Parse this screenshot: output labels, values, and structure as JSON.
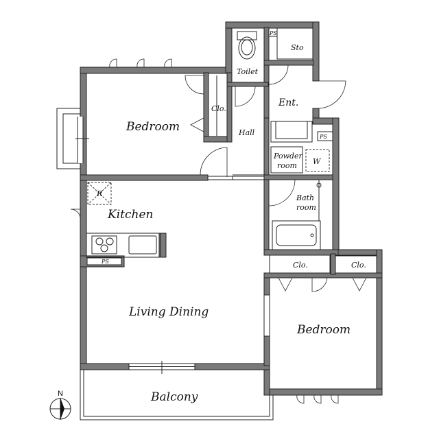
{
  "rooms": {
    "bedroom_1": "Bedroom",
    "closet_1": "Clo.",
    "toilet": "Toilet",
    "storage": "Sto",
    "ps_top": "PS",
    "entrance": "Ent.",
    "hall": "Hall",
    "ps_right": "PS",
    "powder_line1": "Powder",
    "powder_line2": "room",
    "washer": "W",
    "bath_line1": "Bath",
    "bath_line2": "room",
    "refrigerator": "R",
    "kitchen": "Kitchen",
    "ps_kitchen": "PS",
    "living_dining": "Living Dining",
    "closet_2": "Clo.",
    "closet_3": "Clo.",
    "bedroom_2": "Bedroom",
    "balcony": "Balcony"
  },
  "compass": {
    "north": "N"
  }
}
